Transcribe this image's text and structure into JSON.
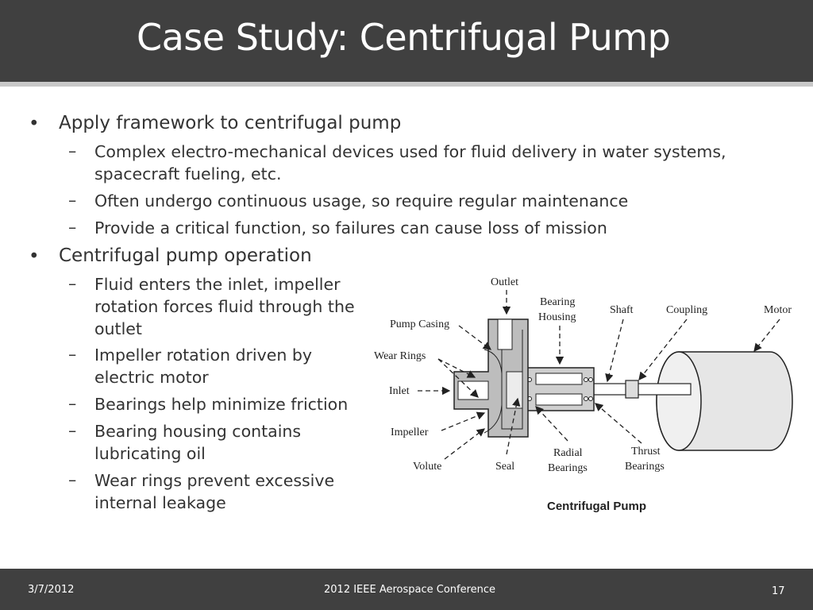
{
  "header": {
    "title": "Case Study: Centrifugal Pump"
  },
  "bullets": [
    {
      "text": "Apply framework to centrifugal pump",
      "sub": [
        "Complex electro-mechanical devices used for fluid delivery in water systems, spacecraft fueling, etc.",
        "Often undergo continuous usage, so require regular maintenance",
        "Provide a critical function, so failures can cause loss of mission"
      ]
    },
    {
      "text": "Centrifugal pump operation",
      "sub": [
        "Fluid enters the inlet, impeller rotation forces fluid through the outlet",
        "Impeller rotation driven by electric motor",
        "Bearings help minimize friction",
        "Bearing housing contains lubricating oil",
        "Wear rings prevent excessive internal leakage"
      ]
    }
  ],
  "diagram": {
    "caption": "Centrifugal Pump",
    "labels": {
      "outlet": "Outlet",
      "bearing_housing_1": "Bearing",
      "bearing_housing_2": "Housing",
      "shaft": "Shaft",
      "coupling": "Coupling",
      "motor": "Motor",
      "pump_casing": "Pump Casing",
      "wear_rings": "Wear Rings",
      "inlet": "Inlet",
      "impeller": "Impeller",
      "volute": "Volute",
      "seal": "Seal",
      "radial_1": "Radial",
      "radial_2": "Bearings",
      "thrust_1": "Thrust",
      "thrust_2": "Bearings"
    }
  },
  "footer": {
    "date": "3/7/2012",
    "conference": "2012 IEEE Aerospace Conference",
    "page": "17"
  }
}
